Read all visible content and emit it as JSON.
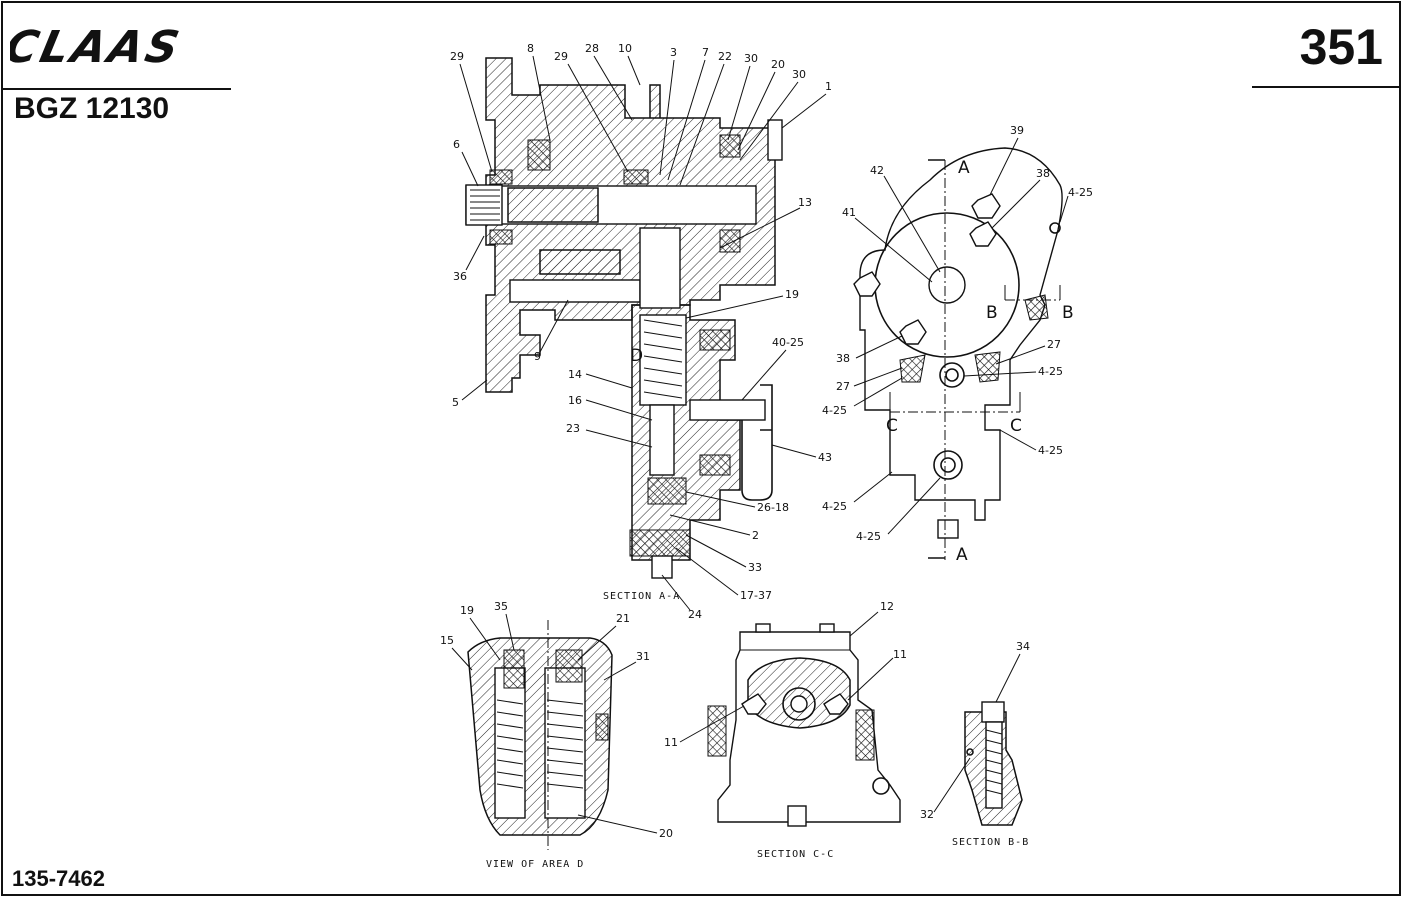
{
  "header": {
    "brand": "CLAAS",
    "document_code": "BGZ 12130",
    "page_number": "351"
  },
  "footer": {
    "part_number": "135-7462"
  },
  "captions": {
    "section_aa": "SECTION A-A",
    "view_area_d": "VIEW OF AREA D",
    "section_cc": "SECTION C-C",
    "section_bb": "SECTION B-B"
  },
  "section_markers": {
    "a_top": "A",
    "a_bottom": "A",
    "b_left": "B",
    "b_right": "B",
    "c_left": "C",
    "c_right": "C",
    "d": "D"
  },
  "callouts": {
    "section_aa": [
      "29",
      "8",
      "29",
      "28",
      "10",
      "3",
      "7",
      "22",
      "30",
      "20",
      "30",
      "1",
      "6",
      "13",
      "36",
      "19",
      "9",
      "40-25",
      "5",
      "14",
      "16",
      "43",
      "23",
      "26-18",
      "2",
      "33",
      "17-37",
      "24"
    ],
    "top_view": [
      "39",
      "42",
      "38",
      "4-25",
      "41",
      "38",
      "27",
      "27",
      "4-25",
      "4-25",
      "4-25",
      "4-25",
      "4-25"
    ],
    "view_area_d": [
      "19",
      "35",
      "21",
      "15",
      "31",
      "20"
    ],
    "section_cc": [
      "12",
      "11",
      "11"
    ],
    "section_bb": [
      "34",
      "32"
    ]
  }
}
